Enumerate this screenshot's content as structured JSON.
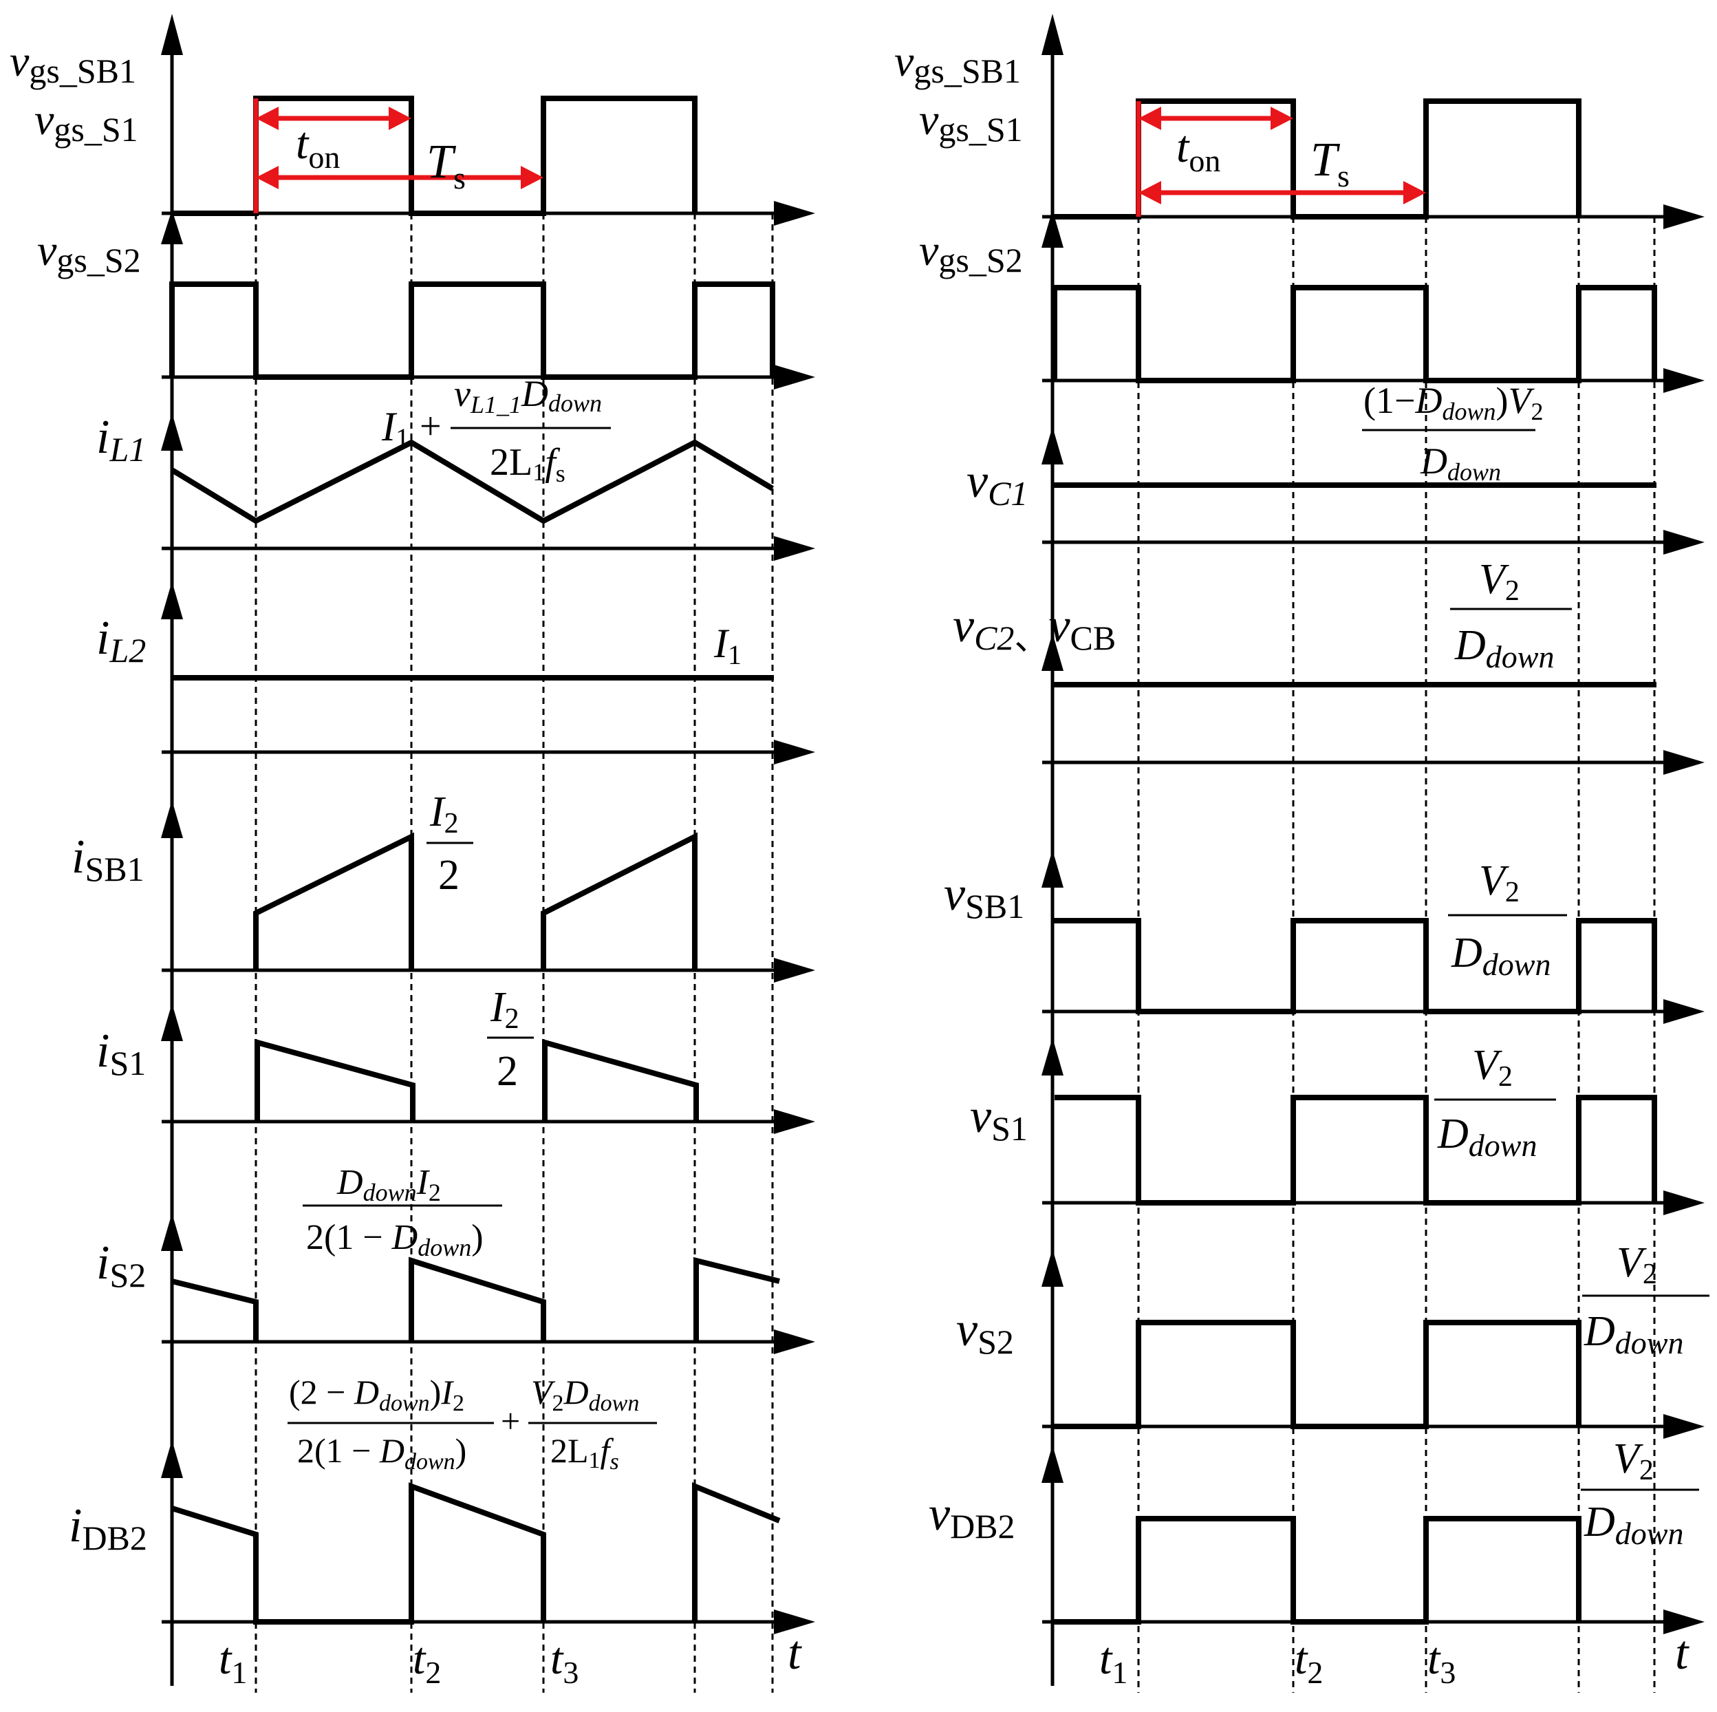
{
  "timing": {
    "ton_main": "t",
    "ton_sub": "on",
    "Ts_main": "T",
    "Ts_sub": "s"
  },
  "time_marks": [
    {
      "main": "t",
      "sub": "1"
    },
    {
      "main": "t",
      "sub": "2"
    },
    {
      "main": "t",
      "sub": "3"
    }
  ],
  "time_axis_label": "t",
  "left": {
    "vgs_SB1": {
      "main": "v",
      "sub": "gs_SB1"
    },
    "vgs_S1": {
      "main": "v",
      "sub": "gs_S1"
    },
    "vgs_S2": {
      "main": "v",
      "sub": "gs_S2"
    },
    "iL1": {
      "main": "i",
      "sub": "L1"
    },
    "iL2": {
      "main": "i",
      "sub": "L2"
    },
    "iSB1": {
      "main": "i",
      "sub": "SB1"
    },
    "iS1": {
      "main": "i",
      "sub": "S1"
    },
    "iS2": {
      "main": "i",
      "sub": "S2"
    },
    "iDB2": {
      "main": "i",
      "sub": "DB2"
    },
    "ann_iL1": {
      "I": "I",
      "I_sub": "1",
      "plus": "+",
      "num_v": "v",
      "num_v_sub": "L1_1",
      "num_D": "D",
      "num_D_sub": "down",
      "den": "2L",
      "den_sub": "1",
      "den_f": "f",
      "den_f_sub": "s"
    },
    "ann_iL2": {
      "main": "I",
      "sub": "1"
    },
    "ann_iSB1": {
      "num": "I",
      "num_sub": "2",
      "den": "2"
    },
    "ann_iS1": {
      "num": "I",
      "num_sub": "2",
      "den": "2"
    },
    "ann_iS2": {
      "num_D": "D",
      "num_D_sub": "down",
      "num_I": "I",
      "num_I_sub": "2",
      "den_pre": "2(1 − ",
      "den_D": "D",
      "den_D_sub": "down",
      "den_post": ")"
    },
    "ann_iDB2": {
      "a_num_pre": "(2 − ",
      "a_num_D": "D",
      "a_num_D_sub": "down",
      "a_num_post": ")",
      "a_num_I": "I",
      "a_num_I_sub": "2",
      "a_den_pre": "2(1 − ",
      "a_den_D": "D",
      "a_den_D_sub": "down",
      "a_den_post": ")",
      "plus": "+",
      "b_num_V": "V",
      "b_num_V_sub": "2",
      "b_num_D": "D",
      "b_num_D_sub": "down",
      "b_den": "2L",
      "b_den_sub": "1",
      "b_den_f": "f",
      "b_den_f_sub": "s"
    }
  },
  "right": {
    "vgs_SB1": {
      "main": "v",
      "sub": "gs_SB1"
    },
    "vgs_S1": {
      "main": "v",
      "sub": "gs_S1"
    },
    "vgs_S2": {
      "main": "v",
      "sub": "gs_S2"
    },
    "vC1": {
      "main": "v",
      "sub": "C1"
    },
    "vC2": {
      "main": "v",
      "sub": "C2"
    },
    "sep": "、",
    "vCB": {
      "main": "v",
      "sub": "CB"
    },
    "vSB1": {
      "main": "v",
      "sub": "SB1"
    },
    "vS1": {
      "main": "v",
      "sub": "S1"
    },
    "vS2": {
      "main": "v",
      "sub": "S2"
    },
    "vDB2": {
      "main": "v",
      "sub": "DB2"
    },
    "ann_vC1": {
      "num_pre": "(1−",
      "num_D": "D",
      "num_D_sub": "down",
      "num_post": ")",
      "num_V": "V",
      "num_V_sub": "2",
      "den": "D",
      "den_sub": "down"
    },
    "ann_V2D": {
      "num": "V",
      "num_sub": "2",
      "den": "D",
      "den_sub": "down"
    }
  }
}
